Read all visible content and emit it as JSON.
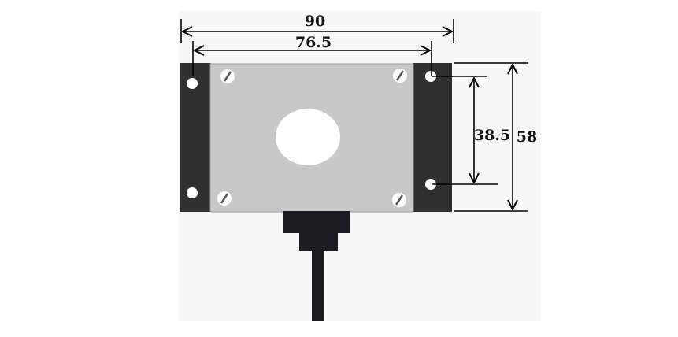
{
  "dimensions": {
    "overall_width": "90",
    "hole_spacing_horizontal": "76.5",
    "hole_spacing_vertical": "38.5",
    "overall_height": "58"
  },
  "colors": {
    "panel": "#f7f7f7",
    "flange": "#303030",
    "plate": "#c8c8c8",
    "connector": "#1d1c22",
    "line": "#000000"
  }
}
